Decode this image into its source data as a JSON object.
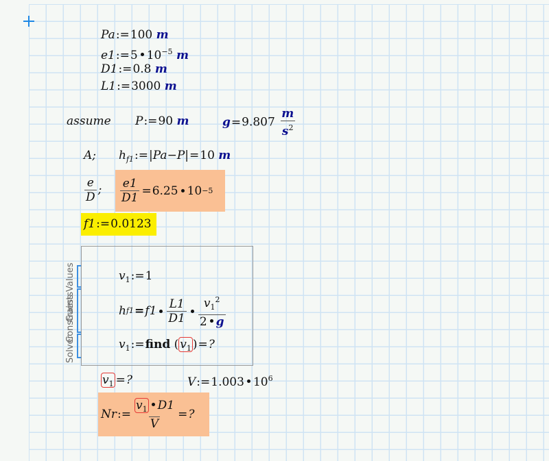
{
  "worksheet": {
    "definitions": [
      {
        "name": "Pa",
        "op": ":=",
        "value": "100",
        "unit": "m"
      },
      {
        "name": "e1",
        "op": ":=",
        "value": "5",
        "exp_base": "10",
        "exp": "−5",
        "unit": "m"
      },
      {
        "name": "D1",
        "op": ":=",
        "value": "0.8",
        "unit": "m"
      },
      {
        "name": "L1",
        "op": ":=",
        "value": "3000",
        "unit": "m"
      }
    ],
    "assume": {
      "label": "assume",
      "P": {
        "name": "P",
        "op": ":=",
        "value": "90",
        "unit": "m"
      },
      "g": {
        "name": "g",
        "op": "=",
        "value": "9.807",
        "unit_num": "m",
        "unit_den": "s",
        "unit_den_exp": "2"
      }
    },
    "head_loss": {
      "label": "A;",
      "name": "h",
      "sub": "f1",
      "op": ":=",
      "expr_left": "Pa",
      "minus": "−",
      "expr_right": "P",
      "eq": "=",
      "result": "10",
      "unit": "m"
    },
    "roughness": {
      "label_num": "e",
      "label_den": "D",
      "sep": ";",
      "num": "e1",
      "den": "D1",
      "eq": "=",
      "result": "6.25",
      "exp_base": "10",
      "exp": "−5",
      "highlight_color": "#fac094"
    },
    "friction": {
      "name": "f1",
      "op": ":=",
      "value": "0.0123",
      "highlight_color": "#fbee00"
    },
    "solve_block": {
      "side_labels": {
        "guess": "Guess Values",
        "constraints": "Constraints",
        "solver": "Solver"
      },
      "guess": {
        "name": "v",
        "sub": "1",
        "op": ":=",
        "value": "1"
      },
      "constraint": {
        "lhs": "h",
        "lhs_sub": "f1",
        "eq": "=",
        "f": "f1",
        "frac1_num": "L1",
        "frac1_den": "D1",
        "frac2_num": "v",
        "frac2_num_sub": "1",
        "frac2_num_exp": "2",
        "frac2_den_coef": "2",
        "frac2_den_unit": "g"
      },
      "solver": {
        "name": "v",
        "sub": "1",
        "op": ":=",
        "func": "find",
        "arg": "v",
        "arg_sub": "1",
        "eq": "=",
        "result": "?"
      }
    },
    "v1_eval": {
      "name": "v",
      "sub": "1",
      "eq": "=",
      "result": "?"
    },
    "viscosity": {
      "name": "V",
      "op": ":=",
      "value": "1.003",
      "exp_base": "10",
      "exp": "6"
    },
    "reynolds": {
      "name": "Nr",
      "op": ":=",
      "num_var": "v",
      "num_sub": "1",
      "num_rest": "D1",
      "den": "V",
      "eq": "=",
      "result": "?",
      "highlight_color": "#fac094"
    }
  }
}
